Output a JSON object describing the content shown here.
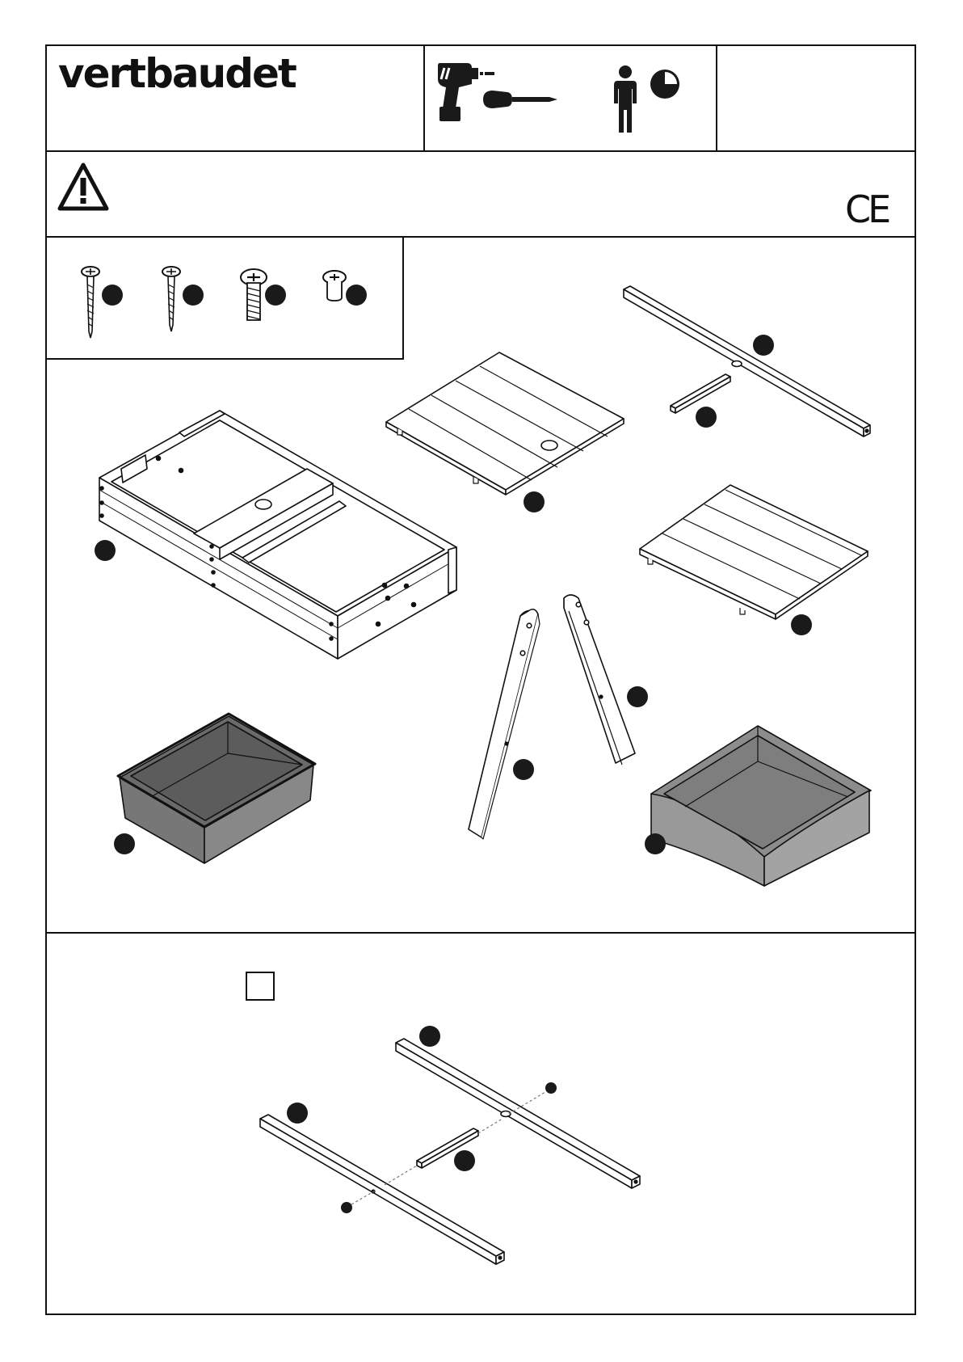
{
  "header": {
    "brand_logo": "vertbaudet",
    "tools_icons": [
      "drill-icon",
      "screwdriver-icon"
    ],
    "assembly_icons": [
      "person-icon",
      "clock-quarter-icon"
    ]
  },
  "warning": {
    "icon": "warning-triangle-icon",
    "ce_mark": "CE"
  },
  "hardware": {
    "items": [
      "wood-screw-long-icon",
      "wood-screw-short-icon",
      "machine-bolt-icon",
      "barrel-nut-icon"
    ]
  },
  "parts": {
    "items": [
      "sandbox-frame",
      "table-top-with-hole",
      "long-beam",
      "short-dowel-rod",
      "table-top-plain",
      "leg-left",
      "leg-right",
      "plastic-tray",
      "fabric-liner"
    ]
  },
  "step": {
    "checkbox_checked": false,
    "items": [
      "beam-a",
      "beam-b",
      "dowel-rod",
      "bolt-a",
      "bolt-b"
    ]
  },
  "colors": {
    "line": "#111111",
    "badge": "#1a1a1a",
    "tray_dark": "#5f5f5f",
    "tray_light": "#8a8a8a",
    "liner": "#909090"
  }
}
